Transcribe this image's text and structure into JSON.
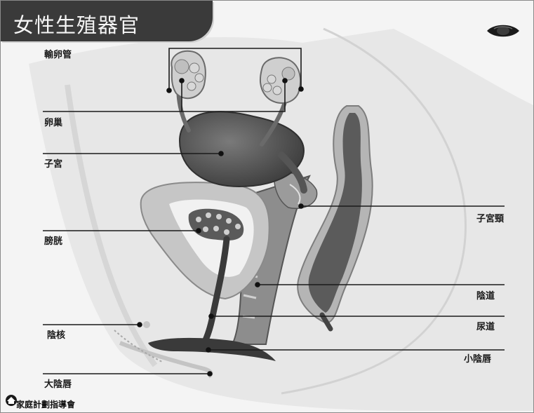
{
  "title": "女性生殖器官",
  "labels": {
    "fallopian_tube": "輸卵管",
    "ovary": "卵巢",
    "uterus": "子宮",
    "bladder": "膀胱",
    "clitoris": "陰核",
    "labia_majora": "大陰唇",
    "cervix": "子宮頸",
    "vagina": "陰道",
    "urethra": "尿道",
    "labia_minora": "小陰唇"
  },
  "organization": "家庭計劃指導會",
  "icons": {
    "corner": "eye-icon",
    "logo": "fpa-logo-icon"
  },
  "colors": {
    "title_bg": "#3a3a3a",
    "title_text": "#f5f5f5",
    "organ_dark": "#565656",
    "organ_light": "#c4c4c4",
    "leader_line": "#1a1a1a"
  }
}
